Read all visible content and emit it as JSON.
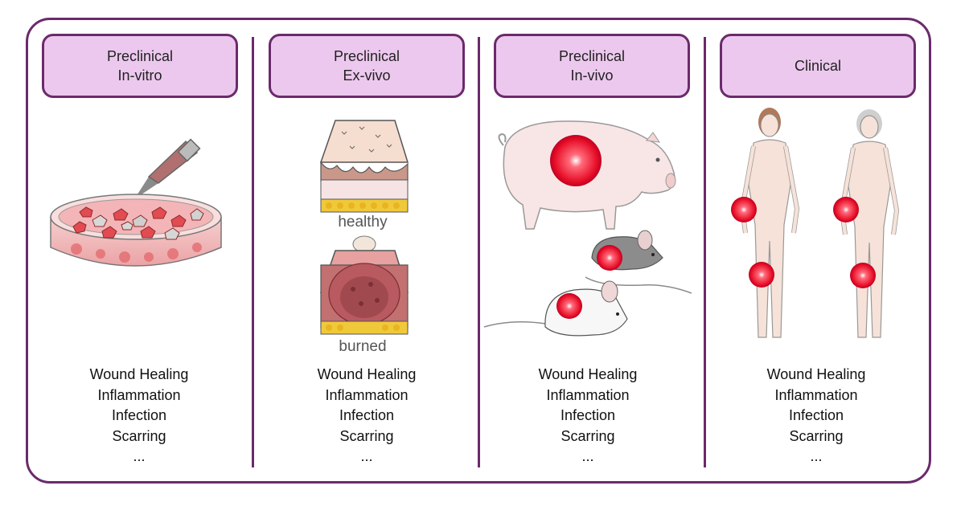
{
  "panels": [
    {
      "title": [
        "Preclinical",
        "In-vitro"
      ]
    },
    {
      "title": [
        "Preclinical",
        "Ex-vivo"
      ],
      "labels": {
        "healthy": "healthy",
        "burned": "burned"
      }
    },
    {
      "title": [
        "Preclinical",
        "In-vivo"
      ]
    },
    {
      "title": [
        "Clinical"
      ]
    }
  ],
  "terms": [
    "Wound Healing",
    "Inflammation",
    "Infection",
    "Scarring",
    "..."
  ],
  "colors": {
    "frame": "#6b2a6b",
    "header_fill": "#ecc8ee",
    "wound": "#e8102a"
  },
  "icons": [
    "pipette-icon",
    "petri-dish-icon",
    "skin-layer-icon",
    "pig-icon",
    "mouse-icon",
    "human-figure-icon"
  ]
}
